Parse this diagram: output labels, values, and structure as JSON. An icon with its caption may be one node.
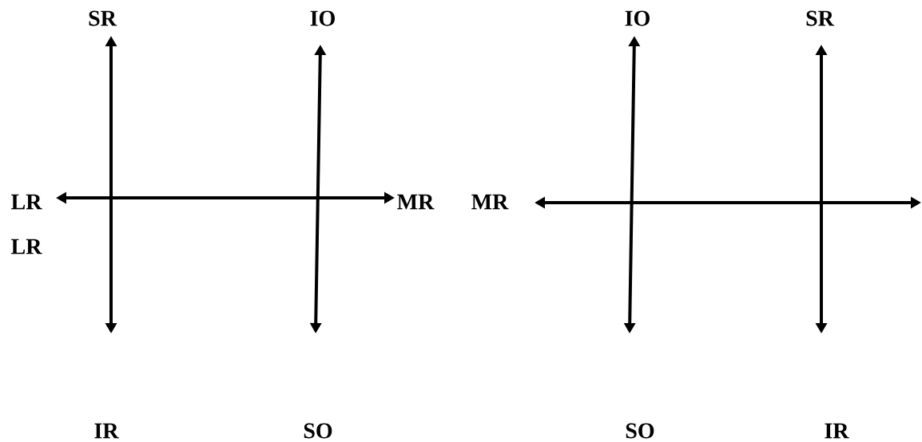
{
  "diagram": {
    "labels": [
      "SR",
      "IO",
      "IO",
      "SR",
      "LR",
      "MR",
      "MR",
      "LR",
      "IR",
      "SO",
      "SO",
      "IR"
    ]
  }
}
